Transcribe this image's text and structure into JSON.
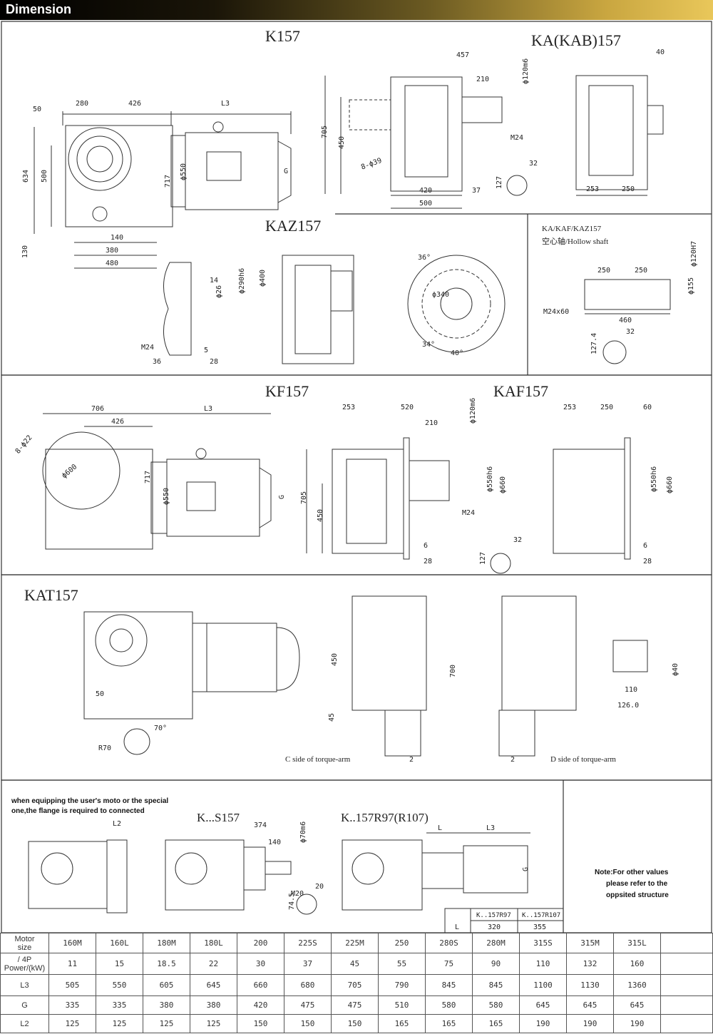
{
  "header": {
    "title": "Dimension"
  },
  "views": {
    "k157": {
      "title": "K157",
      "dims": [
        "50",
        "280",
        "426",
        "L3",
        "634",
        "500",
        "130",
        "140",
        "380",
        "480",
        "ϕ550",
        "717",
        "G"
      ]
    },
    "ka157": {
      "title": "KA(KAB)157",
      "dims": [
        "457",
        "210",
        "ϕ120m6",
        "705",
        "450",
        "8-ϕ39",
        "M24",
        "420",
        "37",
        "500",
        "127",
        "32",
        "40",
        "253",
        "250"
      ]
    },
    "kaz157": {
      "title": "KAZ157",
      "dims": [
        "14",
        "ϕ26",
        "ϕ290h6",
        "ϕ400",
        "M24",
        "5",
        "36",
        "28",
        "36°",
        "ϕ340",
        "34°",
        "40°"
      ]
    },
    "hollow": {
      "title": "KA/KAF/KAZ157",
      "subtitle": "空心轴/Hollow shaft",
      "dims": [
        "250",
        "250",
        "ϕ120H7",
        "ϕ155",
        "M24x60",
        "460",
        "32",
        "127.4"
      ]
    },
    "kf157": {
      "title": "KF157",
      "dims": [
        "706",
        "426",
        "L3",
        "8-ϕ22",
        "ϕ600",
        "717",
        "ϕ550",
        "G"
      ]
    },
    "kaf157": {
      "title": "KAF157",
      "dims": [
        "253",
        "520",
        "210",
        "ϕ120m6",
        "705",
        "450",
        "ϕ550h6",
        "ϕ660",
        "M24",
        "6",
        "28",
        "127",
        "32",
        "250",
        "60"
      ]
    },
    "kat157": {
      "title": "KAT157",
      "dims": [
        "50",
        "R70",
        "70°",
        "450",
        "45",
        "700",
        "2",
        "110",
        "126.0",
        "ϕ40"
      ],
      "caption_c": "C side of torque-arm",
      "caption_d": "D side of torque-arm"
    },
    "bottom": {
      "note_left": [
        "when equipping the user's moto or the special",
        "one,the flange is required to connected"
      ],
      "l2_label": "L2",
      "ks157": {
        "title": "K...S157",
        "dims": [
          "374",
          "140",
          "ϕ70m6",
          "M20",
          "74.5",
          "20"
        ]
      },
      "kr157": {
        "title": "K..157R97(R107)",
        "dims": [
          "L",
          "L3",
          "G"
        ]
      },
      "mini_table": {
        "col1": "K..157R97",
        "col2": "K..157R107",
        "row_label": "L",
        "v1": "320",
        "v2": "355"
      },
      "note_right": [
        "Note:For other values",
        "please refer to the",
        "oppsited structure"
      ]
    }
  },
  "spec_table": {
    "row_labels": {
      "motor": [
        "Motor",
        "size"
      ],
      "power": [
        "/ 4P",
        "Power/(kW)"
      ],
      "l3": "L3",
      "g": "G",
      "l2": "L2"
    },
    "columns": [
      "160M",
      "160L",
      "180M",
      "180L",
      "200",
      "225S",
      "225M",
      "250",
      "280S",
      "280M",
      "315S",
      "315M",
      "315L"
    ],
    "power": [
      "11",
      "15",
      "18.5",
      "22",
      "30",
      "37",
      "45",
      "55",
      "75",
      "90",
      "110",
      "132",
      "160"
    ],
    "l3": [
      "505",
      "550",
      "605",
      "645",
      "660",
      "680",
      "705",
      "790",
      "845",
      "845",
      "1100",
      "1130",
      "1360"
    ],
    "g": [
      "335",
      "335",
      "380",
      "380",
      "420",
      "475",
      "475",
      "510",
      "580",
      "580",
      "645",
      "645",
      "645"
    ],
    "l2": [
      "125",
      "125",
      "125",
      "125",
      "150",
      "150",
      "150",
      "165",
      "165",
      "165",
      "190",
      "190",
      "190"
    ]
  }
}
